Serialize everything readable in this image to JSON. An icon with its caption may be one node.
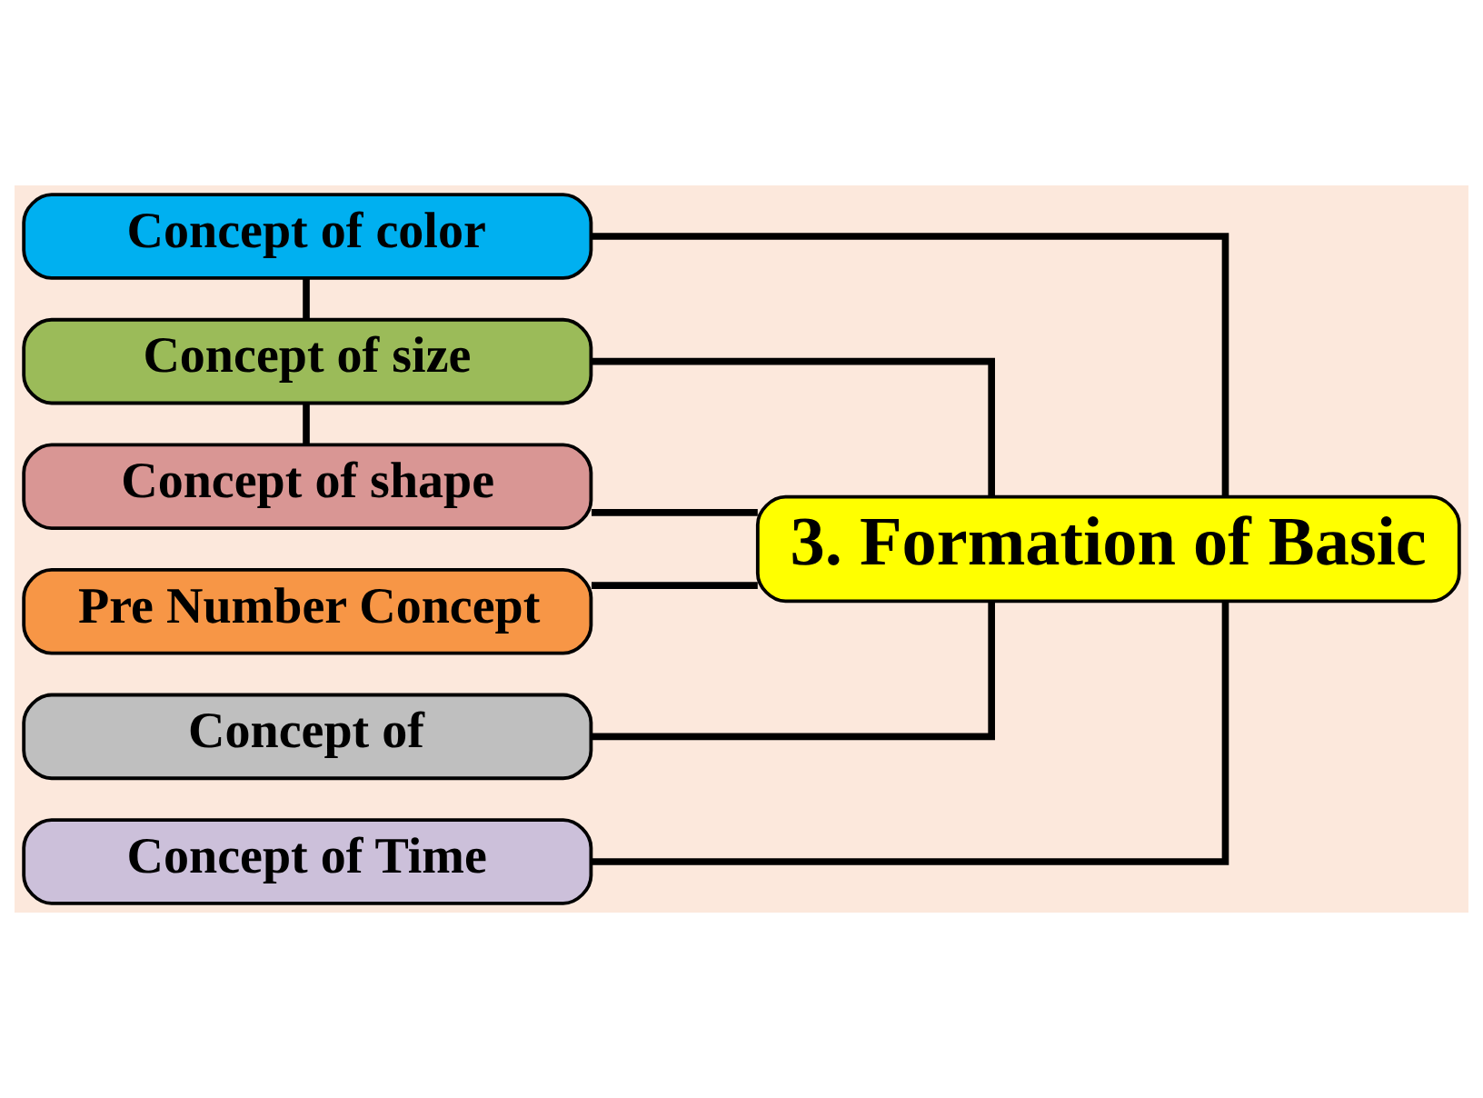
{
  "diagram": {
    "nodes": [
      {
        "text": [
          "3. Formation of Basic"
        ]
      },
      {
        "text": [
          "Concept of color"
        ]
      },
      {
        "text": [
          "Concept of size"
        ]
      },
      {
        "text": [
          "Concept of shape"
        ]
      },
      {
        "text": [
          "Pre Number Concept"
        ]
      },
      {
        "text": [
          "Concept of"
        ]
      },
      {
        "text": [
          "Concept of Time"
        ]
      }
    ],
    "edges": [
      {
        "from": 0,
        "to": 1,
        "arrow": "none"
      },
      {
        "from": 0,
        "to": 2,
        "arrow": "none"
      },
      {
        "from": 0,
        "to": 3,
        "arrow": "none"
      },
      {
        "from": 0,
        "to": 4,
        "arrow": "none"
      },
      {
        "from": 0,
        "to": 5,
        "arrow": "none"
      },
      {
        "from": 0,
        "to": 6,
        "arrow": "none"
      },
      {
        "from": 1,
        "to": 2,
        "arrow": "none"
      },
      {
        "from": 2,
        "to": 3,
        "arrow": "none"
      }
    ]
  }
}
